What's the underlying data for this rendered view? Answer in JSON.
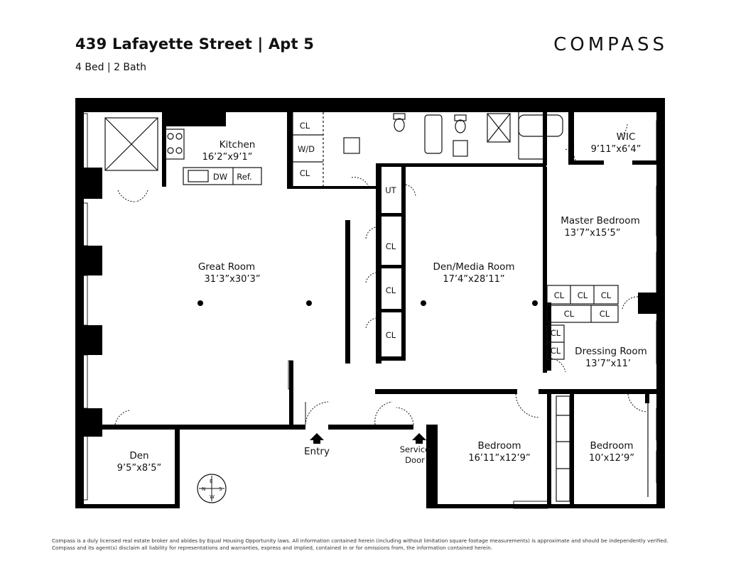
{
  "header": {
    "title": "439 Lafayette Street | Apt 5",
    "subtitle": "4 Bed | 2 Bath",
    "logo": "COMPASS"
  },
  "rooms": {
    "kitchen": {
      "name": "Kitchen",
      "dims": "16’2”x9’1”"
    },
    "great_room": {
      "name": "Great Room",
      "dims": "31’3”x30’3”"
    },
    "den_media": {
      "name": "Den/Media Room",
      "dims": "17’4”x28’11”"
    },
    "wic": {
      "name": "WIC",
      "dims": "9’11”x6’4”"
    },
    "master_bedroom": {
      "name": "Master Bedroom",
      "dims": "13’7”x15’5”"
    },
    "dressing_room": {
      "name": "Dressing Room",
      "dims": "13’7”x11’"
    },
    "den": {
      "name": "Den",
      "dims": "9’5”x8’5”"
    },
    "bedroom_1": {
      "name": "Bedroom",
      "dims": "16’11”x12’9”"
    },
    "bedroom_2": {
      "name": "Bedroom",
      "dims": "10’x12’9”"
    }
  },
  "labels": {
    "closet": "CL",
    "washer_dryer": "W/D",
    "dishwasher": "DW",
    "refrigerator": "Ref.",
    "utility": "UT",
    "entry": "Entry",
    "service_door_line1": "Service",
    "service_door_line2": "Door"
  },
  "compass_letters": [
    "N",
    "E",
    "S",
    "W"
  ],
  "disclaimer": {
    "line1": "Compass is a duly licensed real estate broker and abides by Equal Housing Opportunity laws.  All information contained herein (including without limitation square footage measurements) is approximate and should be independently verified.",
    "line2": "Compass and its agent(s) disclaim all liability for representations and warranties, express and implied, contained in or for omissions from, the information contained herein."
  }
}
